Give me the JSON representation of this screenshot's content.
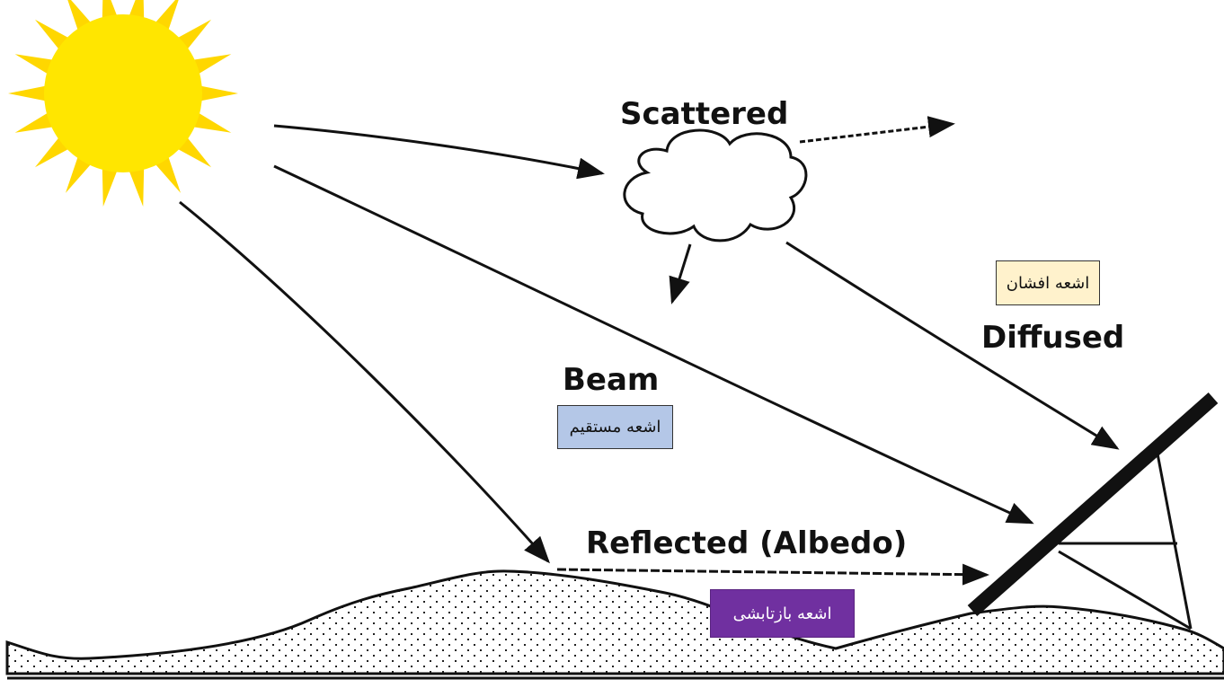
{
  "labels": {
    "scattered": "Scattered",
    "diffused": "Diffused",
    "beam": "Beam",
    "reflected": "Reflected (Albedo)"
  },
  "boxes": {
    "diffused_fa": "اشعه افشان",
    "beam_fa": "اشعه مستقیم",
    "reflected_fa": "اشعه بازتابشی"
  },
  "colors": {
    "sun_core": "#ffe600",
    "sun_rays": "#ffd700",
    "diffused_box": "#fff2cc",
    "beam_box": "#b4c7e7",
    "reflected_box": "#7030a0"
  },
  "icons": {
    "sun": "sun-icon",
    "cloud": "cloud-icon",
    "panel": "solar-panel-icon"
  }
}
